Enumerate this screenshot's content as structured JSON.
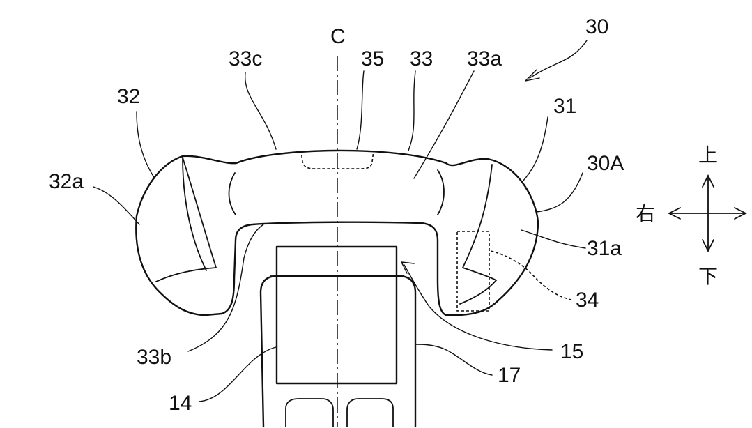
{
  "labels": {
    "assembly": "30",
    "center": "C",
    "sensor": "35",
    "center_part": "33",
    "center_upper": "33a",
    "center_side": "33c",
    "center_lower": "33b",
    "left_part": "32",
    "left_face": "32a",
    "right_part": "31",
    "right_face": "31a",
    "outer_edge": "30A",
    "indicator": "34",
    "display_unit": "14",
    "display_frame": "15",
    "column_cover": "17"
  },
  "directions": {
    "up": "上",
    "down": "下",
    "right": "右"
  }
}
